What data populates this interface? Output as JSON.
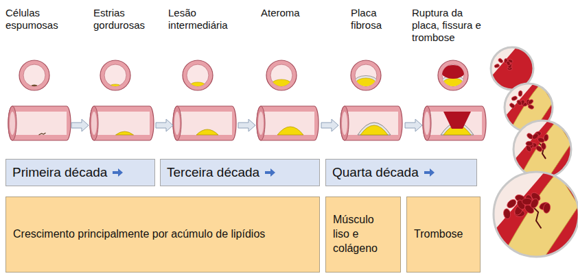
{
  "diagram": {
    "nodes": [
      {
        "text": [
          "Primeira década"
        ]
      },
      {
        "text": [
          "Terceira década"
        ]
      },
      {
        "text": [
          "Quarta década"
        ]
      },
      {
        "text": [
          "Crescimento principalmente por acúmulo de lipídios"
        ]
      },
      {
        "text": [
          "Músculo liso e colágeno"
        ]
      },
      {
        "text": [
          "Trombose"
        ]
      }
    ],
    "labels": [
      "Células espumosas",
      "Estrias gordurosas",
      "Lesão intermediária",
      "Ateroma",
      "Placa fibrosa",
      "Ruptura da placa, fissura e trombose"
    ]
  }
}
